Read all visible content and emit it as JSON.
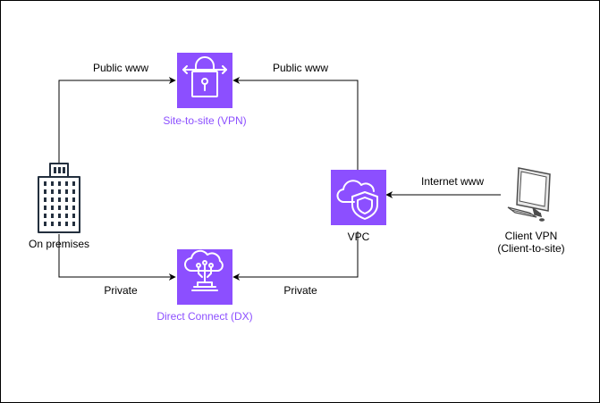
{
  "colors": {
    "aws_purple": "#8c4fff",
    "line": "#000000",
    "label_purple": "#8c4fff",
    "building": "#232f3e",
    "computer_gray": "#4d4d4d"
  },
  "nodes": {
    "site_to_site": {
      "label": "Site-to-site (VPN)",
      "icon": "vpn-gateway-icon"
    },
    "direct_connect": {
      "label": "Direct Connect (DX)",
      "icon": "direct-connect-icon"
    },
    "vpc": {
      "label": "VPC",
      "icon": "vpc-icon"
    },
    "on_premises": {
      "label": "On premises",
      "icon": "building-icon"
    },
    "client_vpn": {
      "label_line1": "Client VPN",
      "label_line2": "(Client-to-site)",
      "icon": "desktop-computer-icon"
    }
  },
  "edges": {
    "onprem_to_vpn": "Public www",
    "vpc_to_vpn": "Public www",
    "onprem_to_dx": "Private",
    "vpc_to_dx": "Private",
    "client_to_vpc": "Internet www"
  }
}
